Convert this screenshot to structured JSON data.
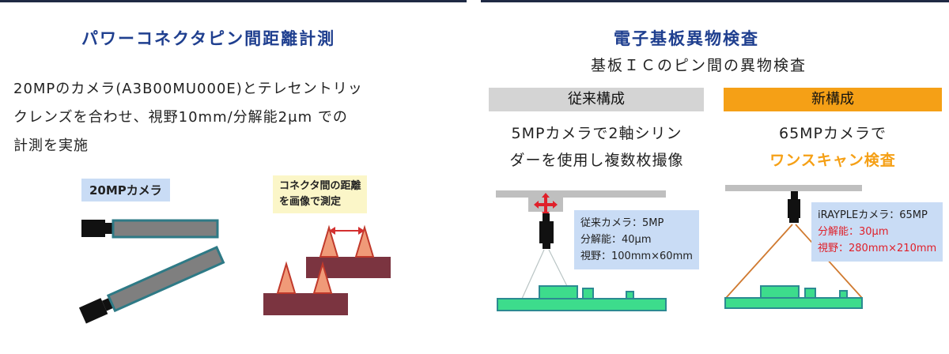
{
  "left": {
    "title": "パワーコネクタピン間距離計測",
    "description_lines": [
      "20MPのカメラ(A3B00MU000E)とテレセントリッ",
      "クレンズを合わせ、視野10mm/分解能2μm での",
      "計測を実施"
    ],
    "camera_label": "20MPカメラ",
    "measure_label_lines": [
      "コネクタ間の距離",
      "を画像で測定"
    ]
  },
  "right": {
    "title": "電子基板異物検査",
    "subtitle": "基板ＩＣのピン間の異物検査",
    "conventional": {
      "header": "従来構成",
      "statement_lines": [
        "5MPカメラで2軸シリン",
        "ダーを使用し複数枚撮像"
      ],
      "spec_lines": [
        "従来カメラ：5MP",
        "分解能：40μm",
        "視野：100mm×60mm"
      ]
    },
    "new": {
      "header": "新構成",
      "statement_line1": "65MPカメラで",
      "statement_line2": "ワンスキャン検査",
      "spec_line1": "iRAYPLEカメラ：65MP",
      "spec_line2": "分解能：30μm",
      "spec_line3": "視野：280mm×210mm"
    }
  },
  "colors": {
    "title_blue": "#1f3f8f",
    "label_blue": "#c9dcf5",
    "label_yellow": "#fbf6c8",
    "header_gray": "#d4d4d4",
    "header_orange": "#f5a016",
    "board_green": "#3ddc8c",
    "board_maroon": "#7b3440",
    "lens_gray": "#7f7f7f",
    "lens_teal": "#2e7a86",
    "pin_orange": "#f09a78",
    "pin_red": "#c0392b",
    "beam_orange": "#d07a30",
    "highlight_red": "#e0202a"
  },
  "icons": [
    "cross-move-icon",
    "camera-icon"
  ]
}
